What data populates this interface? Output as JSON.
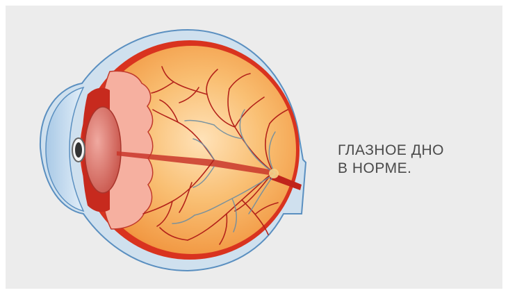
{
  "caption": {
    "line1": "ГЛАЗНОЕ ДНО",
    "line2": "В НОРМЕ."
  },
  "colors": {
    "background": "#ececec",
    "sclera": "#cfe0ee",
    "sclera_outline": "#5a8fc0",
    "choroid": "#d9331f",
    "retina_inner": "#f5b25c",
    "retina_center": "#ffd9a8",
    "vessel": "#b3221a",
    "vein": "#6f8ea1",
    "lens": "#d87b72",
    "caption_text": "#4a4a4a"
  },
  "icons": [
    "eye-cross-section-illustration"
  ]
}
